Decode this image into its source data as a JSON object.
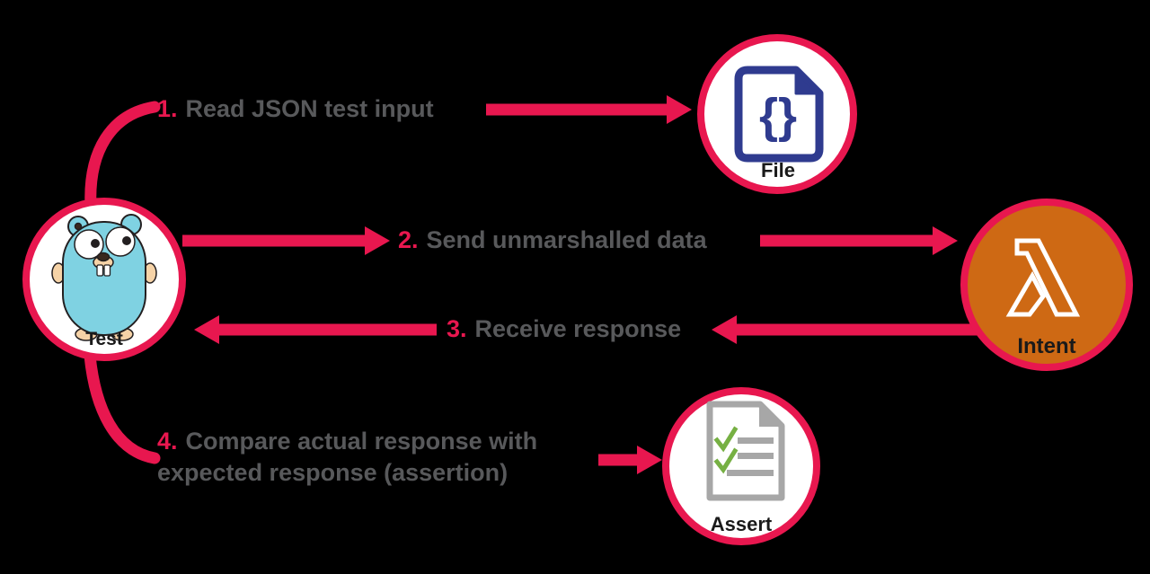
{
  "colors": {
    "background": "#000000",
    "pink": "#E8174F",
    "orange": "#CE6914",
    "navy": "#2F3B8F",
    "gray_text": "#58595B",
    "doc_gray": "#A7A7A7",
    "check_green": "#76B043",
    "gopher_blue": "#7FD2E2",
    "beige": "#F6D3A7",
    "label_black": "#1A1A1A",
    "white": "#FFFFFF"
  },
  "nodes": {
    "test": {
      "label": "Test",
      "icon": "go-gopher-icon"
    },
    "file": {
      "label": "File",
      "icon": "json-file-icon",
      "icon_glyph": "{}"
    },
    "intent": {
      "label": "Intent",
      "icon": "aws-lambda-icon"
    },
    "assert": {
      "label": "Assert",
      "icon": "checklist-document-icon"
    }
  },
  "steps": [
    {
      "num": "1.",
      "text": "Read JSON test input"
    },
    {
      "num": "2.",
      "text": "Send unmarshalled data"
    },
    {
      "num": "3.",
      "text": "Receive response"
    },
    {
      "num": "4.",
      "text": "Compare actual response with",
      "text2": "expected response (assertion)"
    }
  ]
}
